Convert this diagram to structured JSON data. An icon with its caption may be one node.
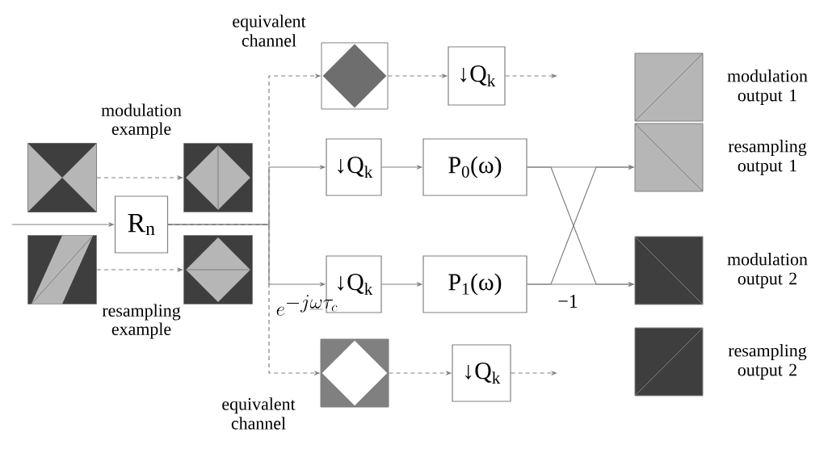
{
  "diagram": {
    "nodes": [
      {
        "text": [],
        "shape": "box"
      },
      {
        "text": [],
        "shape": "box"
      },
      {
        "text": [
          "R$_{n}$"
        ]
      },
      {
        "text": [],
        "shape": "box"
      },
      {
        "text": [],
        "shape": "box"
      },
      {
        "text": [],
        "shape": "box",
        "beside": [
          "equivalent channel"
        ]
      },
      {
        "text": [
          "↓Q$_{k}$"
        ]
      },
      {
        "text": [
          "↓Q$_{k}$"
        ]
      },
      {
        "text": [
          "P$_{0}$(ω)"
        ]
      },
      {
        "text": [
          "↓Q$_{k}$"
        ]
      },
      {
        "text": [
          "P$_{1}$(ω)"
        ]
      },
      {
        "text": [],
        "shape": "box",
        "beside": [
          "equivalent channel"
        ]
      },
      {
        "text": [
          "↓Q$_{k}$"
        ]
      },
      {
        "text": [],
        "shape": "box",
        "beside": [
          "modulation output 1"
        ]
      },
      {
        "text": [],
        "shape": "box",
        "beside": [
          "resampling output 1"
        ]
      },
      {
        "text": [],
        "shape": "box",
        "beside": [
          "modulation output 2"
        ]
      },
      {
        "text": [],
        "shape": "box",
        "beside": [
          "resampling output 2"
        ]
      }
    ],
    "edges": [
      {
        "from": null,
        "to": 2,
        "arrow": "to"
      },
      {
        "from": 2,
        "to": 7,
        "arrow": "to"
      },
      {
        "from": 2,
        "to": 9,
        "arrow": "to"
      },
      {
        "from": 2,
        "to": 5,
        "arrow": "to",
        "style": "dashed"
      },
      {
        "from": 2,
        "to": 11,
        "arrow": "to",
        "style": "dashed"
      },
      {
        "from": 5,
        "to": 6,
        "arrow": "to",
        "style": "dashed"
      },
      {
        "from": 6,
        "to": null,
        "arrow": "to",
        "style": "dashed"
      },
      {
        "from": 7,
        "to": 8,
        "arrow": "to"
      },
      {
        "from": 9,
        "to": 10,
        "arrow": "to"
      },
      {
        "from": 8,
        "to": 14,
        "arrow": "to"
      },
      {
        "from": 8,
        "to": 15,
        "arrow": "to"
      },
      {
        "from": 10,
        "to": 15,
        "arrow": "to",
        "label": "−1"
      },
      {
        "from": 10,
        "to": 14,
        "arrow": "to"
      },
      {
        "from": 11,
        "to": 12,
        "arrow": "to",
        "style": "dashed"
      },
      {
        "from": 12,
        "to": null,
        "arrow": "to",
        "style": "dashed"
      },
      {
        "from": 0,
        "to": 1,
        "arrow": "to",
        "style": "dashed"
      },
      {
        "from": 3,
        "to": 4,
        "arrow": "to",
        "style": "dashed"
      }
    ],
    "labels": [
      "modulation example",
      "resampling example",
      "e^{-j\\underline{\\omega}\\tau_{c}}"
    ]
  }
}
